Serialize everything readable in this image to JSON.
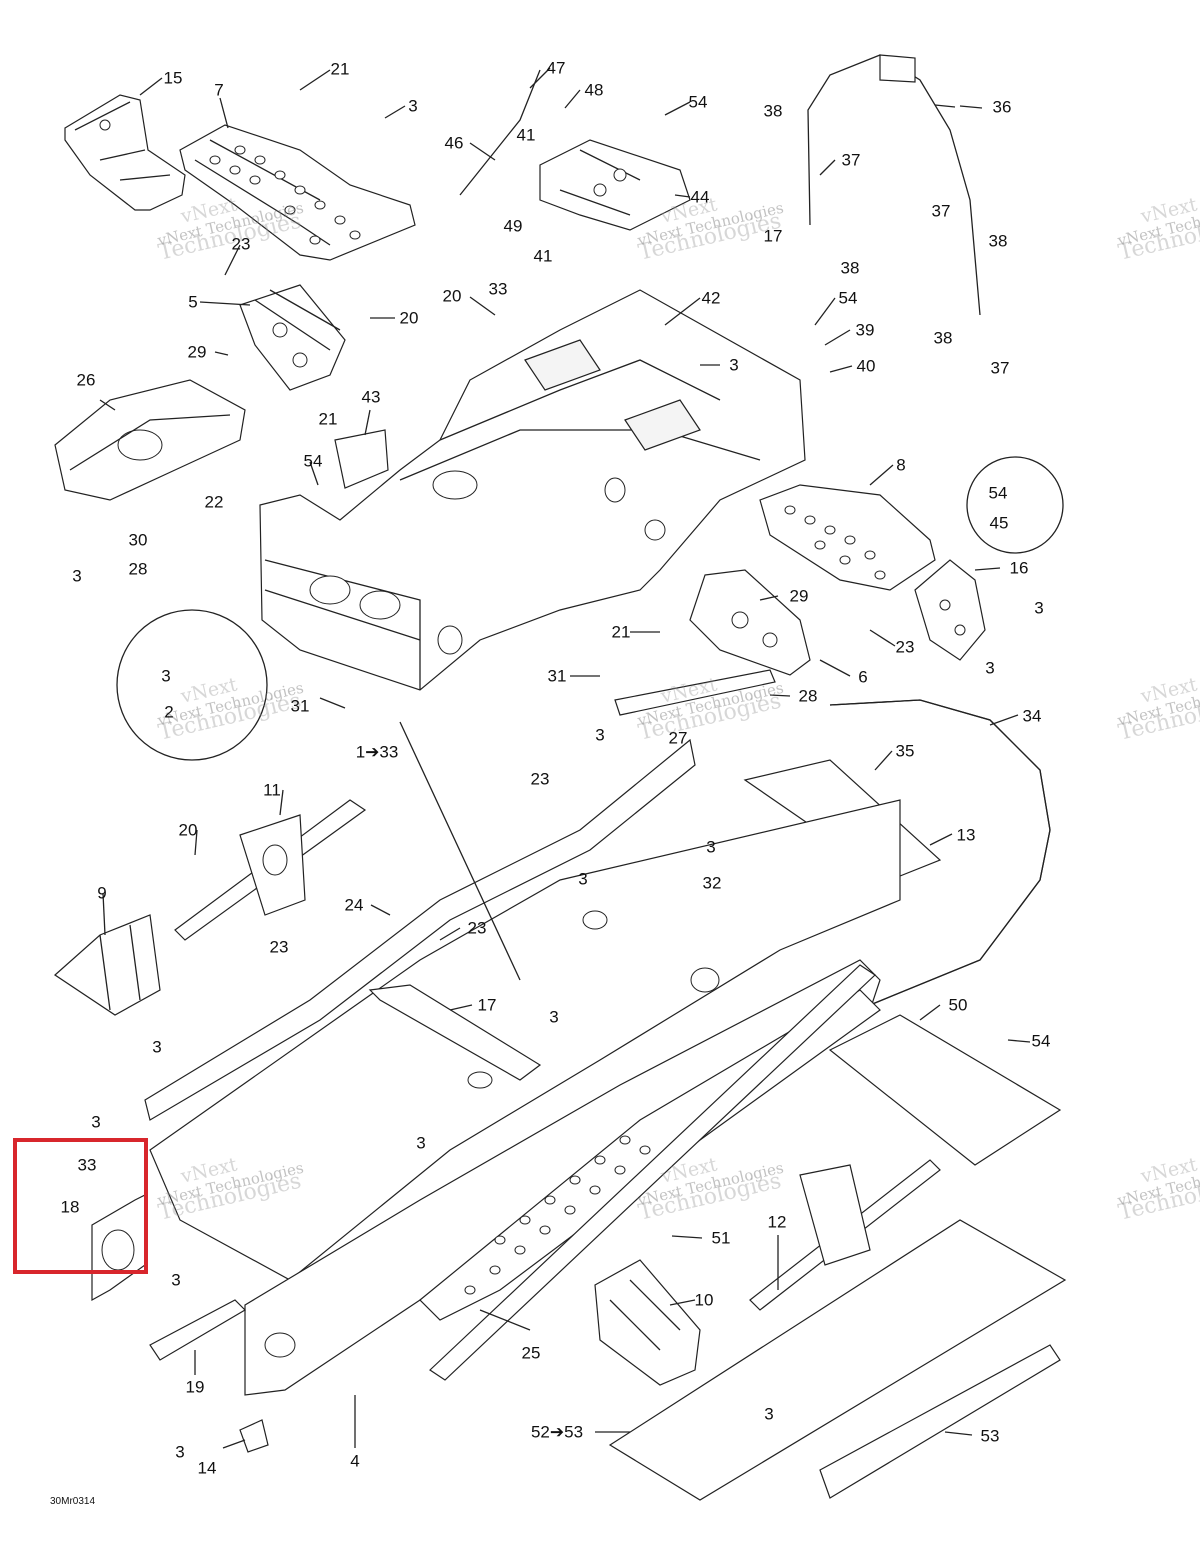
{
  "drawing_code": "30Mr0314",
  "watermark": {
    "line1": "vNext",
    "line2": "vNext Technologies",
    "line3": "Technologies"
  },
  "highlight_color": "#d8262c",
  "callouts": {
    "c15": "15",
    "c7": "7",
    "c21a": "21",
    "c3a": "3",
    "c47": "47",
    "c48": "48",
    "c41a": "41",
    "c46": "46",
    "c54a": "54",
    "c38a": "38",
    "c36": "36",
    "c37a": "37",
    "c44": "44",
    "c49": "49",
    "c41b": "41",
    "c17a": "17",
    "c38b": "38",
    "c37b": "37",
    "c38c": "38",
    "c23a": "23",
    "c5": "5",
    "c20a": "20",
    "c20b": "20",
    "c33a": "33",
    "c42": "42",
    "c54b": "54",
    "c39": "39",
    "c38d": "38",
    "c37c": "37",
    "c29a": "29",
    "c3b": "3",
    "c40": "40",
    "c26": "26",
    "c21b": "21",
    "c43": "43",
    "c8": "8",
    "c54c": "54",
    "c22": "22",
    "c54d": "54",
    "c45": "45",
    "c30": "30",
    "c28a": "28",
    "c3c": "3",
    "c16": "16",
    "c3d": "3",
    "c29b": "29",
    "c21c": "21",
    "c23b": "23",
    "c3e": "3",
    "c6": "6",
    "c31a": "31",
    "c3f": "3",
    "c2": "2",
    "c31b": "31",
    "c28b": "28",
    "c27": "27",
    "c3g": "3",
    "c34": "34",
    "c1to33": "1➔33",
    "c35": "35",
    "c23c": "23",
    "c11": "11",
    "c13": "13",
    "c20c": "20",
    "c3h": "3",
    "c32": "32",
    "c3i": "3",
    "c9": "9",
    "c24": "24",
    "c23d": "23",
    "c23e": "23",
    "c17b": "17",
    "c3j": "3",
    "c50": "50",
    "c54e": "54",
    "c3k": "3",
    "c3l": "3",
    "c3m": "3",
    "c33b": "33",
    "c18": "18",
    "c51": "51",
    "c12": "12",
    "c3n": "3",
    "c10": "10",
    "c19": "19",
    "c25": "25",
    "c3o": "3",
    "c52to53": "52➔53",
    "c53": "53",
    "c3p": "3",
    "c14": "14",
    "c4": "4"
  }
}
